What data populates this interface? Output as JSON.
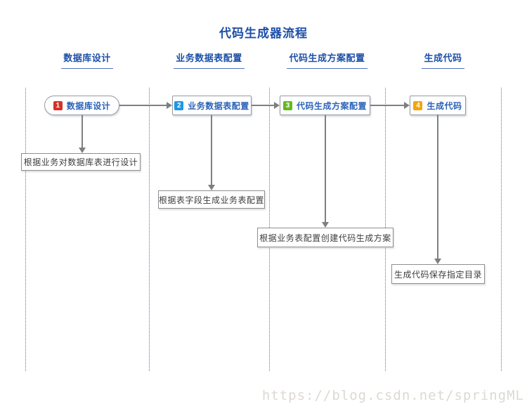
{
  "title": "代码生成器流程",
  "columns": [
    {
      "label": "数据库设计"
    },
    {
      "label": "业务数据表配置"
    },
    {
      "label": "代码生成方案配置"
    },
    {
      "label": "生成代码"
    }
  ],
  "nodes": [
    {
      "num": "1",
      "label": "数据库设计",
      "badge_color": "#d2322a",
      "shape": "stadium"
    },
    {
      "num": "2",
      "label": "业务数据表配置",
      "badge_color": "#2096e3",
      "shape": "rect"
    },
    {
      "num": "3",
      "label": "代码生成方案配置",
      "badge_color": "#66b821",
      "shape": "rect"
    },
    {
      "num": "4",
      "label": "生成代码",
      "badge_color": "#f2a50c",
      "shape": "rect"
    }
  ],
  "descriptions": [
    {
      "text": "根据业务对数据库表进行设计"
    },
    {
      "text": "根据表字段生成业务表配置"
    },
    {
      "text": "根据业务表配置创建代码生成方案"
    },
    {
      "text": "生成代码保存指定目录"
    }
  ],
  "watermark": "https://blog.csdn.net/springML",
  "colors": {
    "heading_blue": "#1d4fa8",
    "node_text_blue": "#2b63b8",
    "lane_blue": "#4f74c2",
    "arrow_gray": "#7f7f7f",
    "border_gray": "#8f8f8f",
    "desc_text": "#3d3d3d",
    "watermark_gray": "#dcd9d2"
  }
}
